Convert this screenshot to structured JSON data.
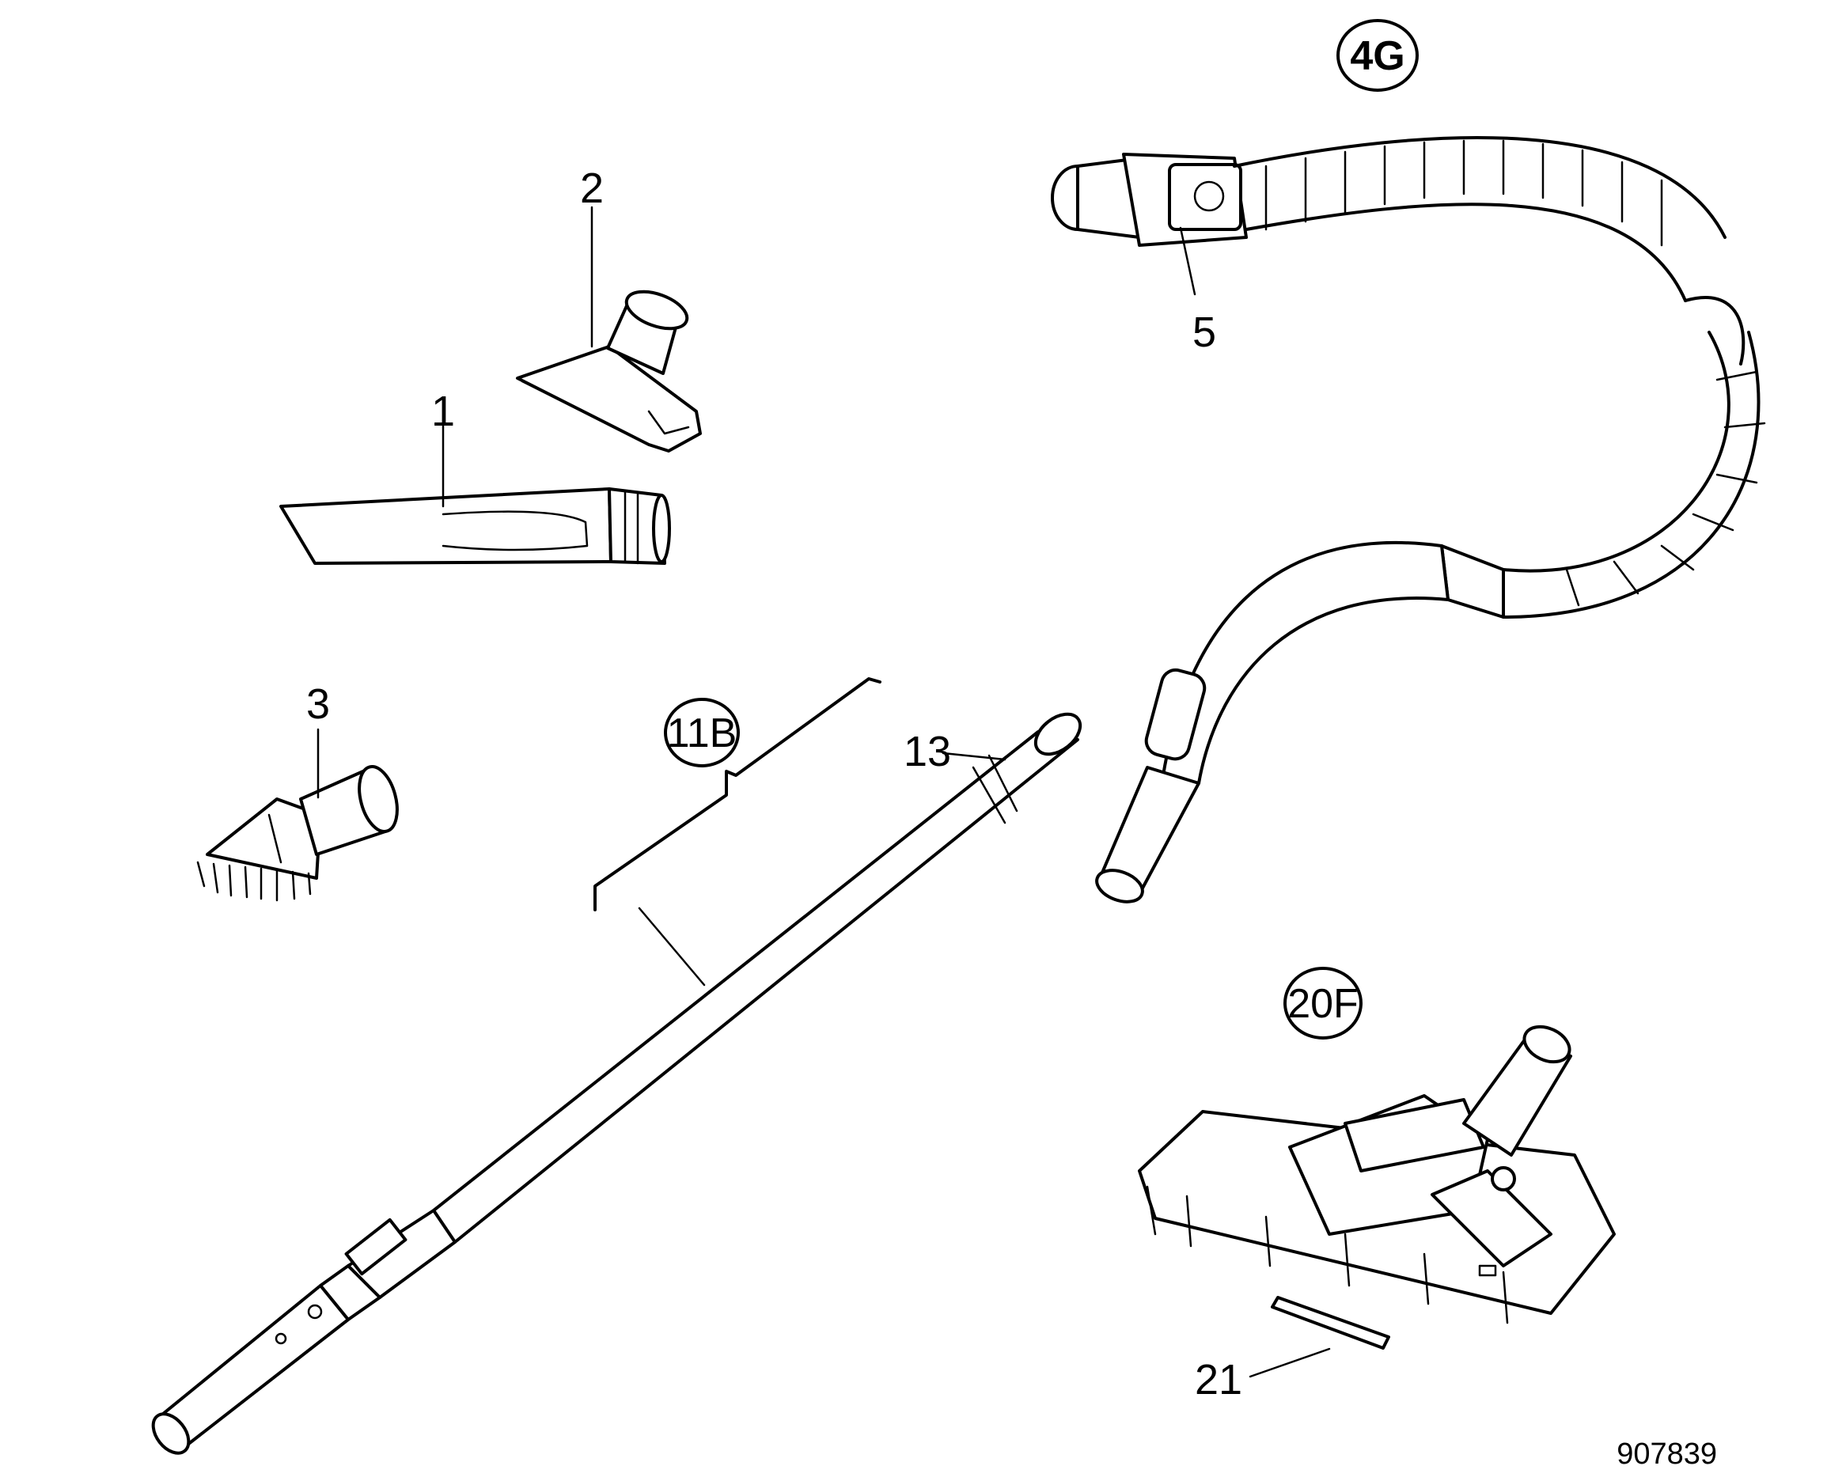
{
  "callouts": {
    "c1": "1",
    "c2": "2",
    "c3": "3",
    "c5": "5",
    "c13": "13",
    "c21": "21"
  },
  "groups": {
    "hose": "4G",
    "tube": "11B",
    "nozzle": "20F"
  },
  "drawing_number": "907839"
}
